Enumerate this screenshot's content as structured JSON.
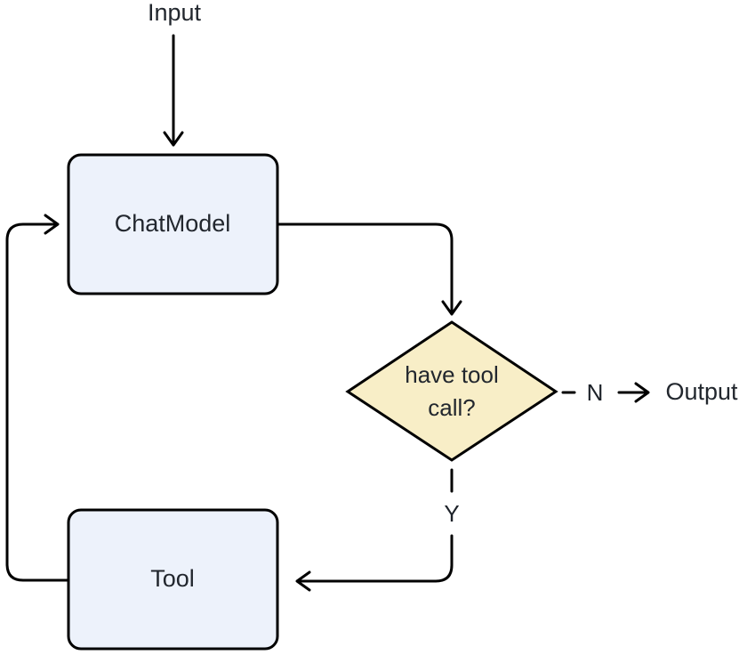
{
  "flowchart": {
    "type": "flowchart",
    "nodes": [
      {
        "id": "input",
        "type": "text",
        "label": "Input"
      },
      {
        "id": "chatmodel",
        "type": "process",
        "label": "ChatModel"
      },
      {
        "id": "have-tool-call",
        "type": "decision",
        "label": "have tool call?",
        "label_lines": [
          "have tool",
          "call?"
        ]
      },
      {
        "id": "tool",
        "type": "process",
        "label": "Tool"
      },
      {
        "id": "output",
        "type": "text",
        "label": "Output"
      }
    ],
    "edges": [
      {
        "from": "input",
        "to": "chatmodel",
        "style": "solid",
        "label": ""
      },
      {
        "from": "chatmodel",
        "to": "have-tool-call",
        "style": "solid",
        "label": ""
      },
      {
        "from": "have-tool-call",
        "to": "output",
        "style": "dashed",
        "label": "N"
      },
      {
        "from": "have-tool-call",
        "to": "tool",
        "style": "dashed",
        "label": "Y"
      },
      {
        "from": "tool",
        "to": "chatmodel",
        "style": "solid",
        "label": ""
      }
    ],
    "colors": {
      "background": "#ffffff",
      "stroke": "#000000",
      "text": "#22272e",
      "process_fill": "#edf2fb",
      "decision_fill": "#f8eec7"
    }
  }
}
